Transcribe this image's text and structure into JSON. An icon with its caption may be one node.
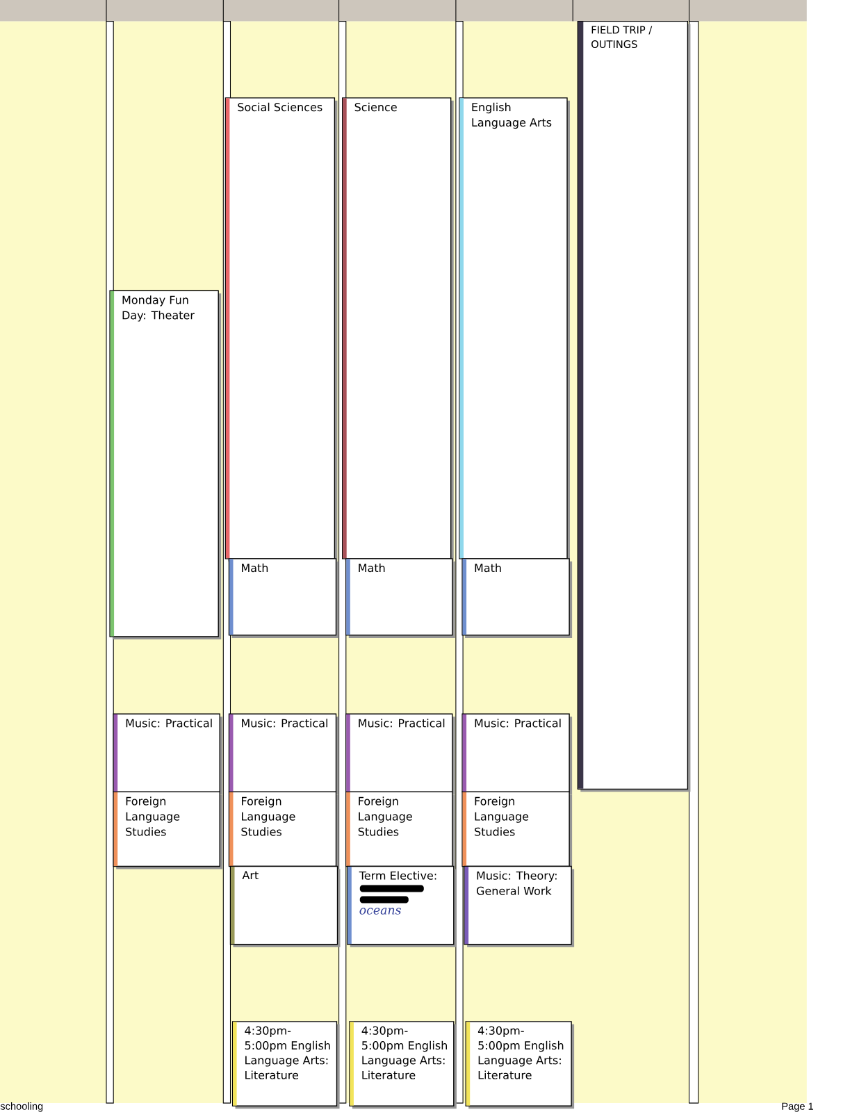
{
  "diagram": {
    "nodes": [
      {
        "text": [
          "FIELD TRIP / OUTINGS"
        ]
      },
      {
        "text": [
          "Social Sciences"
        ]
      },
      {
        "text": [
          "Science"
        ]
      },
      {
        "text": [
          "English Language Arts"
        ]
      },
      {
        "text": [
          "Monday Fun Day: Theater"
        ]
      },
      {
        "text": [
          "Math"
        ]
      },
      {
        "text": [
          "Math"
        ]
      },
      {
        "text": [
          "Math"
        ]
      },
      {
        "text": [
          "Music: Practical"
        ]
      },
      {
        "text": [
          "Music: Practical"
        ]
      },
      {
        "text": [
          "Music: Practical"
        ]
      },
      {
        "text": [
          "Music: Practical"
        ]
      },
      {
        "text": [
          "Foreign Language Studies"
        ]
      },
      {
        "text": [
          "Foreign Language Studies"
        ]
      },
      {
        "text": [
          "Foreign Language Studies"
        ]
      },
      {
        "text": [
          "Foreign Language Studies"
        ]
      },
      {
        "text": [
          "Art"
        ]
      },
      {
        "text": [
          "Term Elective:",
          "oceans"
        ]
      },
      {
        "text": [
          "Music: Theory: General Work"
        ]
      },
      {
        "text": [
          "4:30pm- 5:00pm English Language Arts: Literature"
        ]
      },
      {
        "text": [
          "4:30pm- 5:00pm English Language Arts: Literature"
        ]
      },
      {
        "text": [
          "4:30pm- 5:00pm English Language Arts: Literature"
        ]
      }
    ],
    "labels": [
      "schooling",
      "Page 1"
    ]
  }
}
